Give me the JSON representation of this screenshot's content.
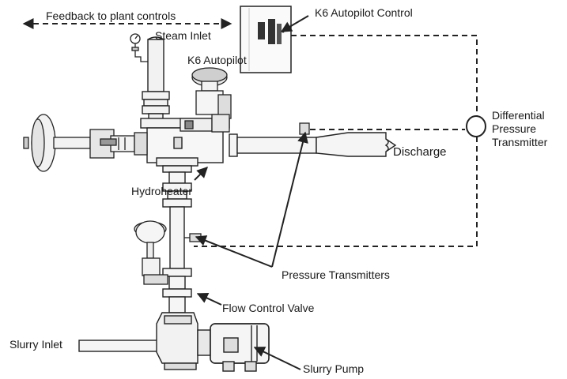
{
  "labels": {
    "feedback": "Feedback to plant controls",
    "k6_control": "K6 Autopilot Control",
    "steam_inlet": "Steam Inlet",
    "k6_autopilot": "K6 Autopilot",
    "differential_line1": "Differential",
    "differential_line2": "Pressure",
    "differential_line3": "Transmitter",
    "discharge": "Discharge",
    "hydroheater": "Hydroheater",
    "pressure_transmitters": "Pressure Transmitters",
    "flow_control_valve": "Flow Control Valve",
    "slurry_inlet": "Slurry Inlet",
    "slurry_pump": "Slurry Pump"
  },
  "colors": {
    "line": "#222222",
    "fill_light": "#f2f2f2",
    "fill_mid": "#cfcfcf",
    "fill_dark": "#3a3a3a",
    "background": "#ffffff"
  }
}
